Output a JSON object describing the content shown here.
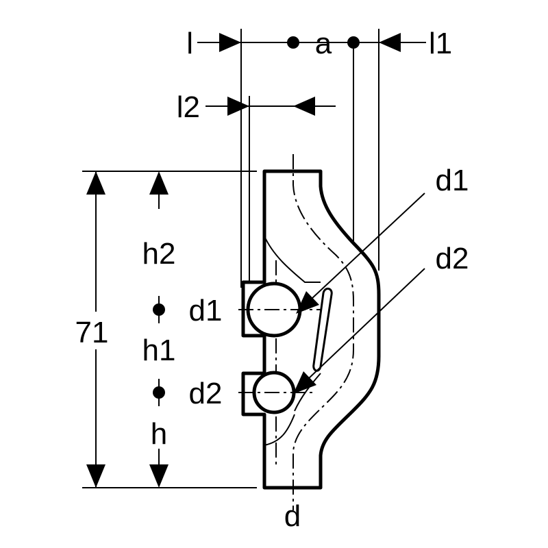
{
  "diagram": {
    "labels": {
      "l": "l",
      "a": "a",
      "l1": "l1",
      "l2": "l2",
      "h2": "h2",
      "h1": "h1",
      "h": "h",
      "d1_left": "d1",
      "d2_left": "d2",
      "d1_callout": "d1",
      "d2_callout": "d2",
      "d": "d",
      "height": "71"
    },
    "colors": {
      "stroke": "#000000",
      "background": "#ffffff"
    }
  }
}
